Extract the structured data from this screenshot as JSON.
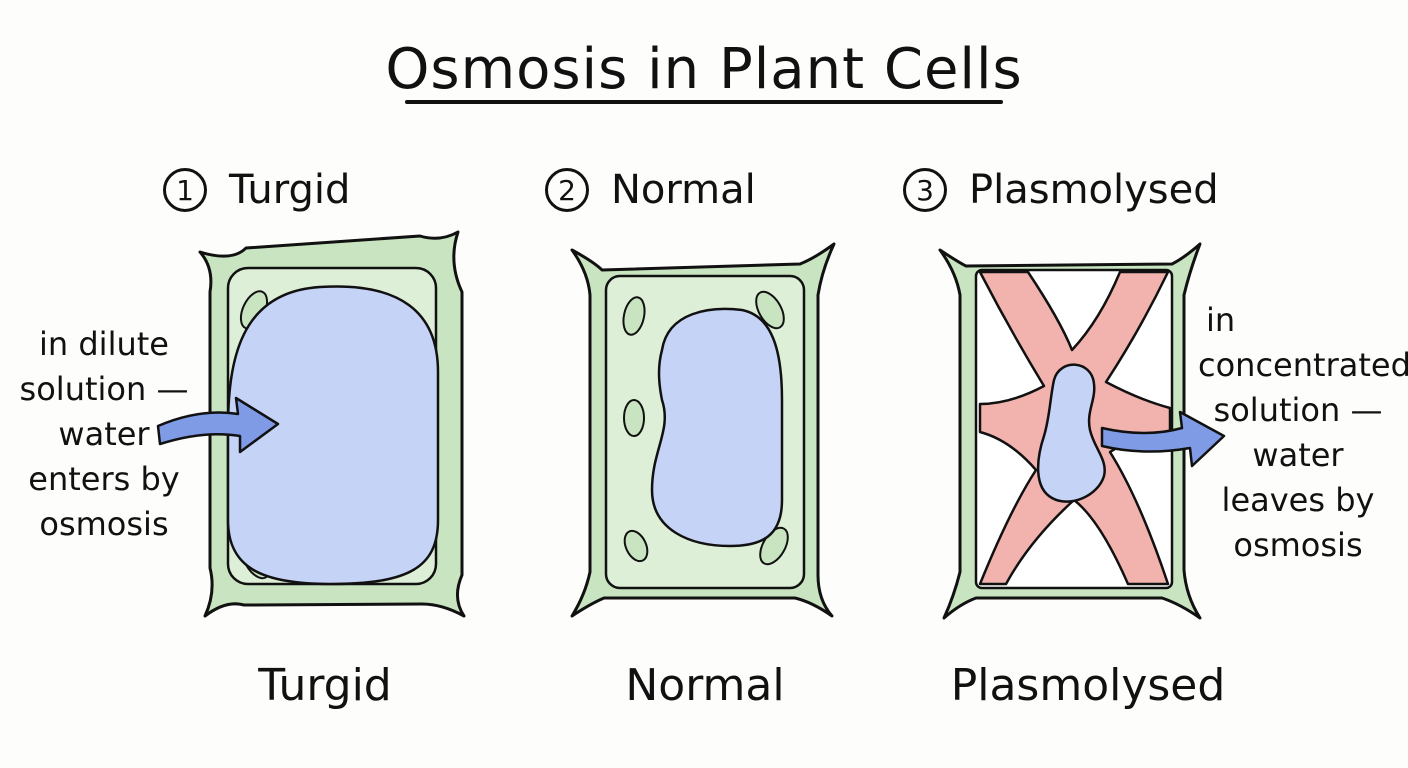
{
  "title": "Osmosis in Plant Cells",
  "cells": [
    {
      "number": "1",
      "heading": "Turgid",
      "caption": "Turgid"
    },
    {
      "number": "2",
      "heading": "Normal",
      "caption": "Normal"
    },
    {
      "number": "3",
      "heading": "Plasmolysed",
      "caption": "Plasmolysed"
    }
  ],
  "notes": {
    "left": [
      "in dilute",
      "solution —",
      "water",
      "enters by",
      "osmosis"
    ],
    "right": [
      "in",
      "concentrated",
      "solution —",
      "water",
      "leaves by",
      "osmosis"
    ]
  },
  "colors": {
    "cell_wall": "#c9e4c0",
    "cytoplasm": "#deefd7",
    "vacuole": "#c5d3f6",
    "plasmolysed_cytoplasm": "#f2b2ad",
    "arrow": "#7f9be6",
    "outline": "#111111"
  }
}
